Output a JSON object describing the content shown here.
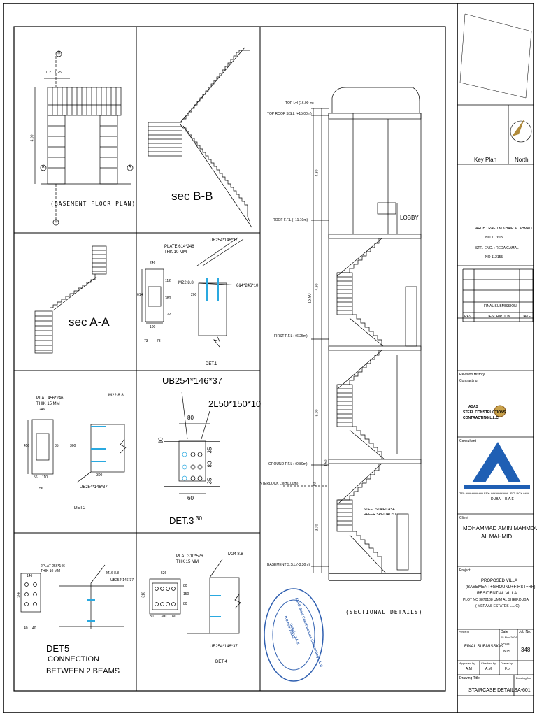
{
  "drawing": {
    "panel1": {
      "dims": [
        "0.2",
        "1.25",
        "4.00"
      ],
      "grid_marks": [
        "⑱",
        "⑱",
        "A",
        "A"
      ],
      "title": "(BASEMENT FLOOR PLAN)"
    },
    "panel2": {
      "title": "sec B-B"
    },
    "panel3": {
      "title": "sec A-A"
    },
    "det1": {
      "plate": "PLATE 614*246",
      "thick": "THK 10 MM",
      "beam": "UB254*146*37",
      "bolt": "M22 8.8",
      "plate_ref": "614*246*10",
      "dims": [
        "246",
        "614",
        "112",
        "380",
        "122",
        "100",
        "73",
        "73",
        "200"
      ],
      "label": "DET.1"
    },
    "det2": {
      "plate": "PLAT 456*246",
      "thick": "THIK 15 MM",
      "bolt": "M22 8.8",
      "beam": "UB254*146*37",
      "dims": [
        "246",
        "456",
        "85",
        "300",
        "56",
        "110",
        "300",
        "56"
      ],
      "label": "DET.2"
    },
    "det3": {
      "beam": "UB254*146*37",
      "angle": "2L50*150*10",
      "dims": [
        "80",
        "10",
        "35",
        "80",
        "35",
        "60",
        "30"
      ],
      "label": "DET.3"
    },
    "det5": {
      "plate": "2PLAT 256*146",
      "thick": "THIK 10 MM",
      "bolt": "M16 8.8",
      "beam": "UB254*146*37",
      "dims": [
        "146",
        "256",
        "40",
        "40"
      ],
      "title_lines": [
        "DET5",
        "CONNECTION",
        "BETWEEN 2 BEAMS"
      ]
    },
    "det4": {
      "plate": "PLAT 310*526",
      "thick": "THK 15 MM",
      "bolt": "M24 8.8",
      "beam": "UB254*146*37",
      "dims": [
        "526",
        "310",
        "80",
        "150",
        "80",
        "80",
        "300",
        "80"
      ],
      "label": "DET 4"
    },
    "section": {
      "levels": [
        "TOP Lvl (16.00 m)",
        "TOP ROOF S.S.L (+15.00m)",
        "ROOF F.F.L (+11.10m)",
        "FIRST F.F.L (+6.25m)",
        "GROUND F.F.L (+0.80m)",
        "INTERLOCK Lvl(±0.00m)",
        "BASEMENT S.S.L (-3.30m)"
      ],
      "heights": [
        "4.30",
        "4.90",
        "5.00",
        "3.30",
        "16.80",
        "1.50",
        "50"
      ],
      "lobby": "LOBBY",
      "notes": [
        "STEEL STAIRCASE",
        "REFER SPECIALIST"
      ],
      "title": "(SECTIONAL DETAILS)"
    },
    "stamp": {
      "outer": "ASAS Steel Constructions Contracting L.L.C",
      "center": [
        "P.O.Box 77153",
        "Dubai - U.A.E."
      ]
    }
  },
  "title_block": {
    "key_plan": "Key Plan",
    "north": "North",
    "arch": "ARCH : RAED M KHAIR AL AHMAD",
    "arch_no": "NO 117605",
    "str": "STR. ENG. : REDA GAMAL",
    "str_no": "NO 112155",
    "revision_note": "FINAL SUBMISSION",
    "rev_headers": [
      "REV",
      "DESCRIPTION",
      "DATE"
    ],
    "revision_history": "Revision History",
    "contracting": "Contracting",
    "contractor_name": [
      "ASAS",
      "STEEL CONSTRUCTIONS",
      "CONTRACTING L.L.C"
    ],
    "consultant": "Consultant",
    "consultant_lines": [
      "TEL: ### #### ### FAX: ### #### ### - P.O. BOX ####",
      "DUBAI - U.A.E"
    ],
    "client": "Client",
    "client_name": [
      "MOHAMMAD AMIN MAHMOUD",
      "AL MAHMID"
    ],
    "project": "Project",
    "project_lines": [
      "PROPOSED VILLA",
      "(BASEMENT+GROUND+FIRST+RF)",
      "RESIDENTIAL VILLA",
      "PLOT NO 3870108 UMM AL SHEIF,DUBAI",
      "( MERAAS ESTATES L.L.C)"
    ],
    "status_label": "Status",
    "status": "FINAL SUBMISSION",
    "date_label": "Date",
    "date": "05-Nov-2024",
    "scale_label": "Scale",
    "scale": "NTS",
    "job_label": "Job No.",
    "job": "348",
    "approved_label": "Approved by",
    "approved": "A.M",
    "checked_label": "Checked by",
    "checked": "A.M",
    "drawn_label": "Drawn by",
    "drawn": "F.o",
    "drawing_title_label": "Drawing Title",
    "drawing_title": "STAIRCASE DETAILS",
    "drawing_no_label": "Drawing No.",
    "drawing_no": "A-601"
  }
}
